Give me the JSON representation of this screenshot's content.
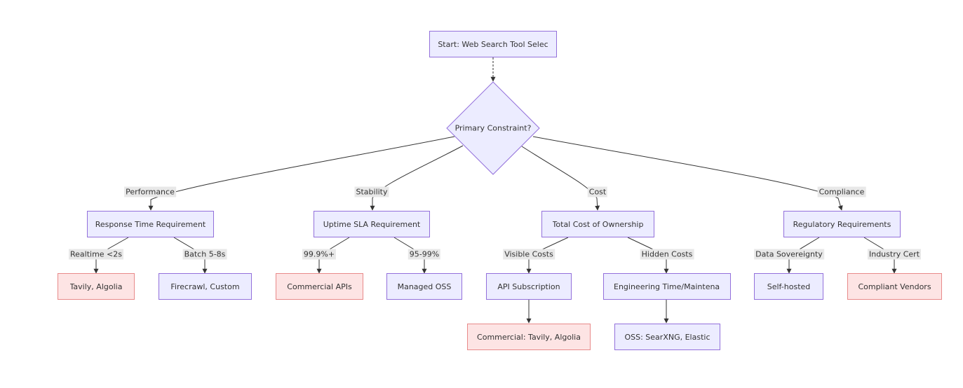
{
  "nodes": {
    "start": "Start: Web Search Tool Selec",
    "decision": "Primary Constraint?",
    "response_time": "Response Time Requirement",
    "uptime_sla": "Uptime SLA Requirement",
    "tco": "Total Cost of Ownership",
    "regulatory": "Regulatory Requirements",
    "tavily_algolia": "Tavily, Algolia",
    "firecrawl_custom": "Firecrawl, Custom",
    "commercial_apis": "Commercial APIs",
    "managed_oss": "Managed OSS",
    "api_subscription": "API Subscription",
    "engineering_time": "Engineering Time/Maintenar",
    "self_hosted": "Self-hosted",
    "compliant_vendors": "Compliant Vendors",
    "commercial_tavily": "Commercial: Tavily, Algolia",
    "oss_searxng": "OSS: SearXNG, Elastic"
  },
  "edge_labels": {
    "performance": "Performance",
    "stability": "Stability",
    "cost": "Cost",
    "compliance": "Compliance",
    "realtime": "Realtime <2s",
    "batch": "Batch 5-8s",
    "sla_high": "99.9%+",
    "sla_mid": "95-99%",
    "visible_costs": "Visible Costs",
    "hidden_costs": "Hidden Costs",
    "data_sovereignty": "Data Sovereignty",
    "industry_cert": "Industry Cert"
  },
  "colors": {
    "node_fill": "#ececff",
    "node_stroke": "#9370db",
    "highlight_fill": "#fde4e4",
    "highlight_stroke": "#e88a8a",
    "edge": "#333333",
    "label_bg": "#e8e8e8"
  }
}
